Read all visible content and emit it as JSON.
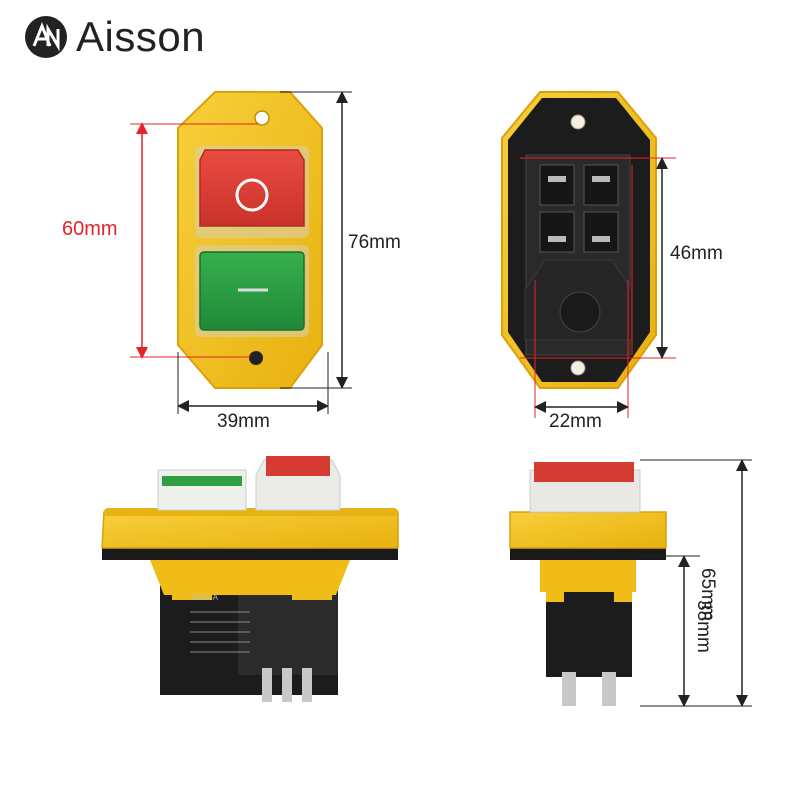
{
  "brand": {
    "name": "Aisson",
    "logo_letters": "AN"
  },
  "dimensions": {
    "front_height_inner": "60mm",
    "front_height_outer": "76mm",
    "front_width": "39mm",
    "back_terminal_height": "46mm",
    "back_terminal_width": "22mm",
    "side_height_total": "65mm",
    "side_height_body": "38mm"
  },
  "colors": {
    "housing_yellow": "#f5c21b",
    "stop_red": "#e0403a",
    "start_green": "#2ea043",
    "body_black": "#1c1c1c",
    "dimension_red": "#e5232a"
  },
  "product_label": {
    "model": "YH02-A"
  }
}
